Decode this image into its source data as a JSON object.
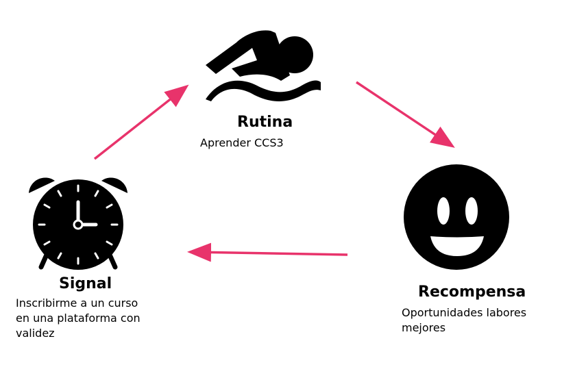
{
  "diagram": {
    "accent_color": "#e8336b",
    "icon_color": "#000000",
    "nodes": {
      "routine": {
        "icon": "swimmer-icon",
        "title": "Rutina",
        "description": "Aprender CCS3"
      },
      "signal": {
        "icon": "alarm-clock-icon",
        "title": "Signal",
        "description": "Inscribirme a un curso en una plataforma con validez"
      },
      "reward": {
        "icon": "smiley-face-icon",
        "title": "Recompensa",
        "description": "Oportunidades labores mejores"
      }
    },
    "arrows": [
      {
        "from": "signal",
        "to": "routine"
      },
      {
        "from": "routine",
        "to": "reward"
      },
      {
        "from": "reward",
        "to": "signal"
      }
    ]
  }
}
